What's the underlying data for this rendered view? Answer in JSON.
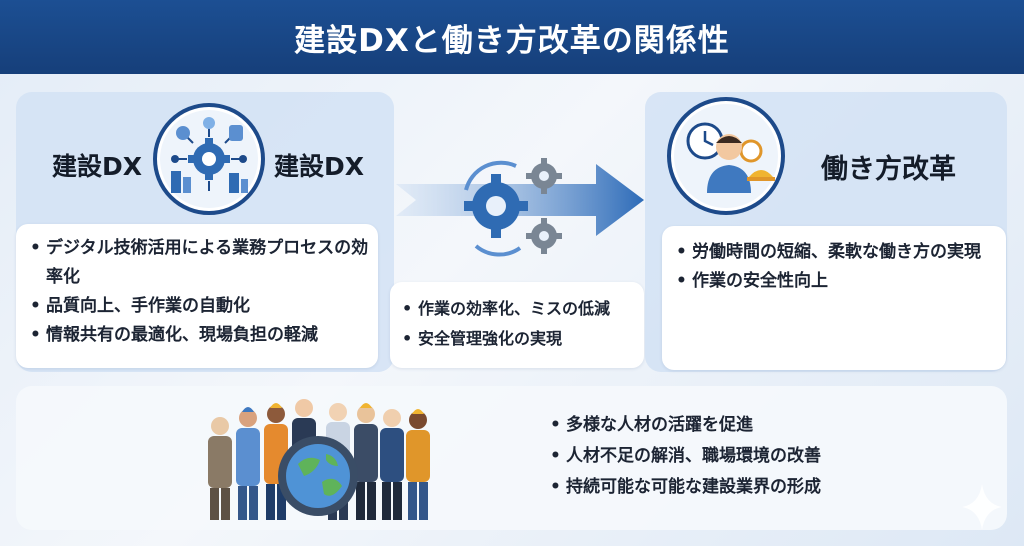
{
  "title": "建設DXと働き方改革の関係性",
  "left": {
    "label_left": "建設DX",
    "label_right": "建設DX",
    "icon": "digital-network-icon",
    "bullets": [
      "デジタル技術活用による業務プロセスの効率化",
      "品質向上、手作業の自動化",
      "情報共有の最適化、現場負担の軽減"
    ]
  },
  "middle": {
    "icon": "gears-arrow-icon",
    "bullets": [
      "作業の効率化、ミスの低減",
      "安全管理強化の実現"
    ]
  },
  "right": {
    "label": "働き方改革",
    "icon": "worker-clock-icon",
    "bullets": [
      "労働時間の短縮、柔軟な働き方の実現",
      "作業の安全性向上"
    ]
  },
  "bottom": {
    "icon": "diverse-workers-globe-icon",
    "bullets": [
      "多様な人材の活躍を促進",
      "人材不足の解消、職場環境の改善",
      "持続可能な可能な建設業界の形成"
    ]
  },
  "colors": {
    "header": "#1c4f93",
    "accent": "#1d4a8a",
    "panel": "#d2e2f5"
  }
}
